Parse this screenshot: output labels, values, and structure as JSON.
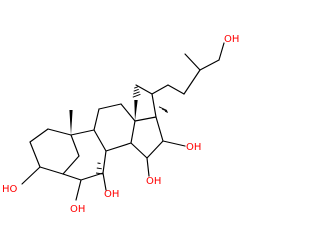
{
  "molecule": {
    "atoms": {
      "oh_side_chain_terminal": "OH",
      "oh_ring_d_upper": "OH",
      "oh_ring_d_lower": "OH",
      "oh_ring_a": "HO",
      "oh_ring_b_lower": "OH",
      "oh_ring_b_upper": "OH"
    },
    "colors": {
      "bond": "#000000",
      "heteroatom": "#ff0000",
      "background": "#ffffff"
    }
  }
}
